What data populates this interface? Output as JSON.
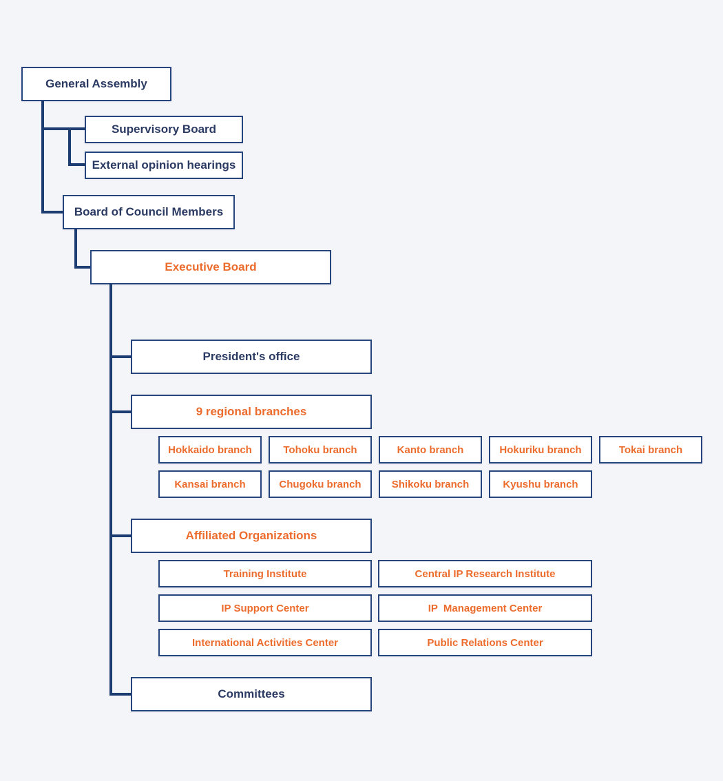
{
  "colors": {
    "background": "#f4f5f9",
    "box_background": "#ffffff",
    "box_border": "#26457c",
    "connector_line": "#1d3d72",
    "navy_text": "#2b3a63",
    "orange_text": "#ec6c2d"
  },
  "chart": {
    "general_assembly": "General Assembly",
    "supervisory_board": "Supervisory Board",
    "external_opinion_hearings": "External opinion hearings",
    "board_of_council_members": "Board of Council Members",
    "executive_board": "Executive Board",
    "presidents_office": "President's office",
    "regional_branches": "9 regional branches",
    "branches_row1": [
      "Hokkaido branch",
      "Tohoku branch",
      "Kanto branch",
      "Hokuriku branch",
      "Tokai branch"
    ],
    "branches_row2": [
      "Kansai branch",
      "Chugoku branch",
      "Shikoku branch",
      "Kyushu branch"
    ],
    "affiliated_organizations": "Affiliated Organizations",
    "affiliated_row1": [
      "Training Institute",
      "Central IP Research Institute"
    ],
    "affiliated_row2": [
      "IP Support Center",
      "IP  Management Center"
    ],
    "affiliated_row3": [
      "International Activities Center",
      "Public Relations Center"
    ],
    "committees": "Committees"
  }
}
